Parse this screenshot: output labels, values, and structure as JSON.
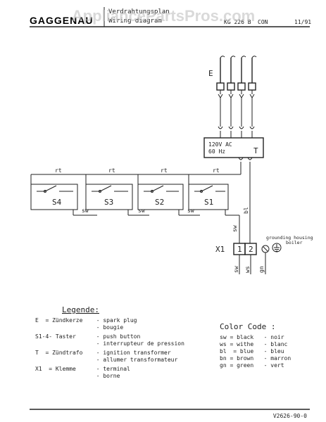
{
  "header": {
    "brand": "GAGGENAU",
    "title_de": "Verdrahtungsplan",
    "title_en": "Wiring diagram",
    "model": "KG 226 B",
    "model_suffix": "CON",
    "date": "11/91"
  },
  "watermark": "AppliancePartsPros.com",
  "diagram": {
    "plug_label": "E",
    "transformer_voltage": "120V AC",
    "transformer_freq": "60 Hz",
    "transformer_label": "T",
    "switches": [
      "S4",
      "S3",
      "S2",
      "S1"
    ],
    "wire_rt": "rt",
    "wire_sw": "sw",
    "wire_bl": "bl",
    "wire_ws": "ws",
    "wire_gn": "gn",
    "terminal_label": "X1",
    "terminal_1": "1",
    "terminal_2": "2",
    "grounding_housing": "grounding housing",
    "grounding_boiler": "boiler"
  },
  "legend": {
    "title": "Legende:",
    "items": [
      "E  = Zündkerze    - spark plug",
      "                  - bougie",
      "S1-4- Taster      - push button",
      "                  - interrupteur de pression",
      "T  = Zündtrafo    - ignition transformer",
      "                  - allumer transformateur",
      "X1  = Klemme      - terminal",
      "                  - borne"
    ]
  },
  "color_code": {
    "title": "Color Code :",
    "items": [
      "sw = black   - noir",
      "ws = withe   - blanc",
      "bl  = blue   - bleu",
      "bn = brown   - marron",
      "gn = green   - vert"
    ]
  },
  "footer": {
    "doc_number": "V2626-90-0"
  }
}
